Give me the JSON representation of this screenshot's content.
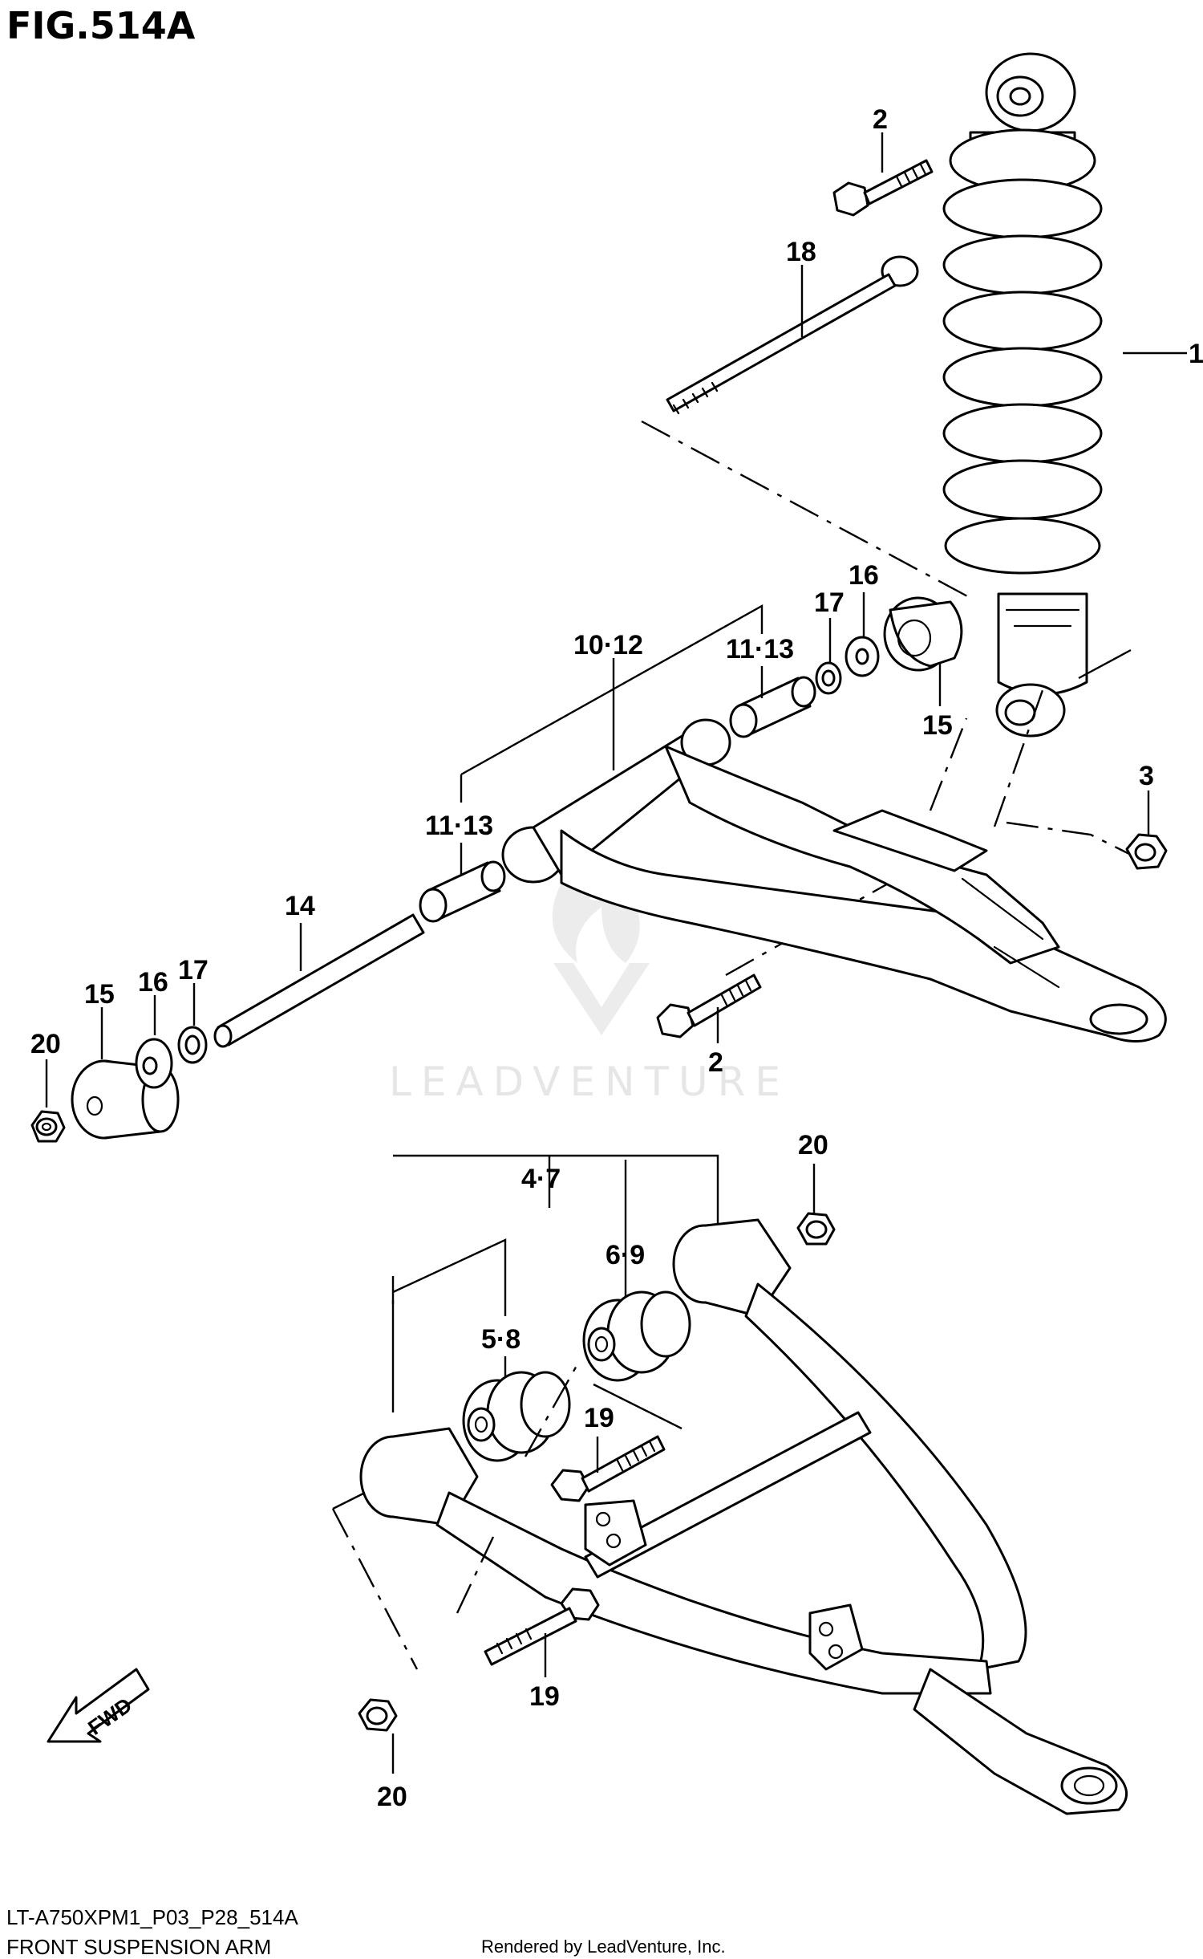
{
  "figure": {
    "title": "FIG.514A",
    "model_code": "LT-A750XPM1_P03_P28_514A",
    "section_name": "FRONT SUSPENSION ARM",
    "render_credit": "Rendered by LeadVenture, Inc.",
    "watermark": "LEADVENTURE",
    "fwd_label": "FWD"
  },
  "callouts": {
    "c1": "1",
    "c2_top": "2",
    "c2_mid": "2",
    "c3": "3",
    "c18": "18",
    "c16_right": "16",
    "c17_right": "17",
    "c15_right": "15",
    "c10_12": "10·12",
    "c11_13_right": "11·13",
    "c11_13_left": "11·13",
    "c14": "14",
    "c15_left": "15",
    "c16_left": "16",
    "c17_left": "17",
    "c20_left": "20",
    "c20_right": "20",
    "c20_bottom": "20",
    "c4_7": "4·7",
    "c6_9": "6·9",
    "c5_8": "5·8",
    "c19_upper": "19",
    "c19_lower": "19"
  }
}
